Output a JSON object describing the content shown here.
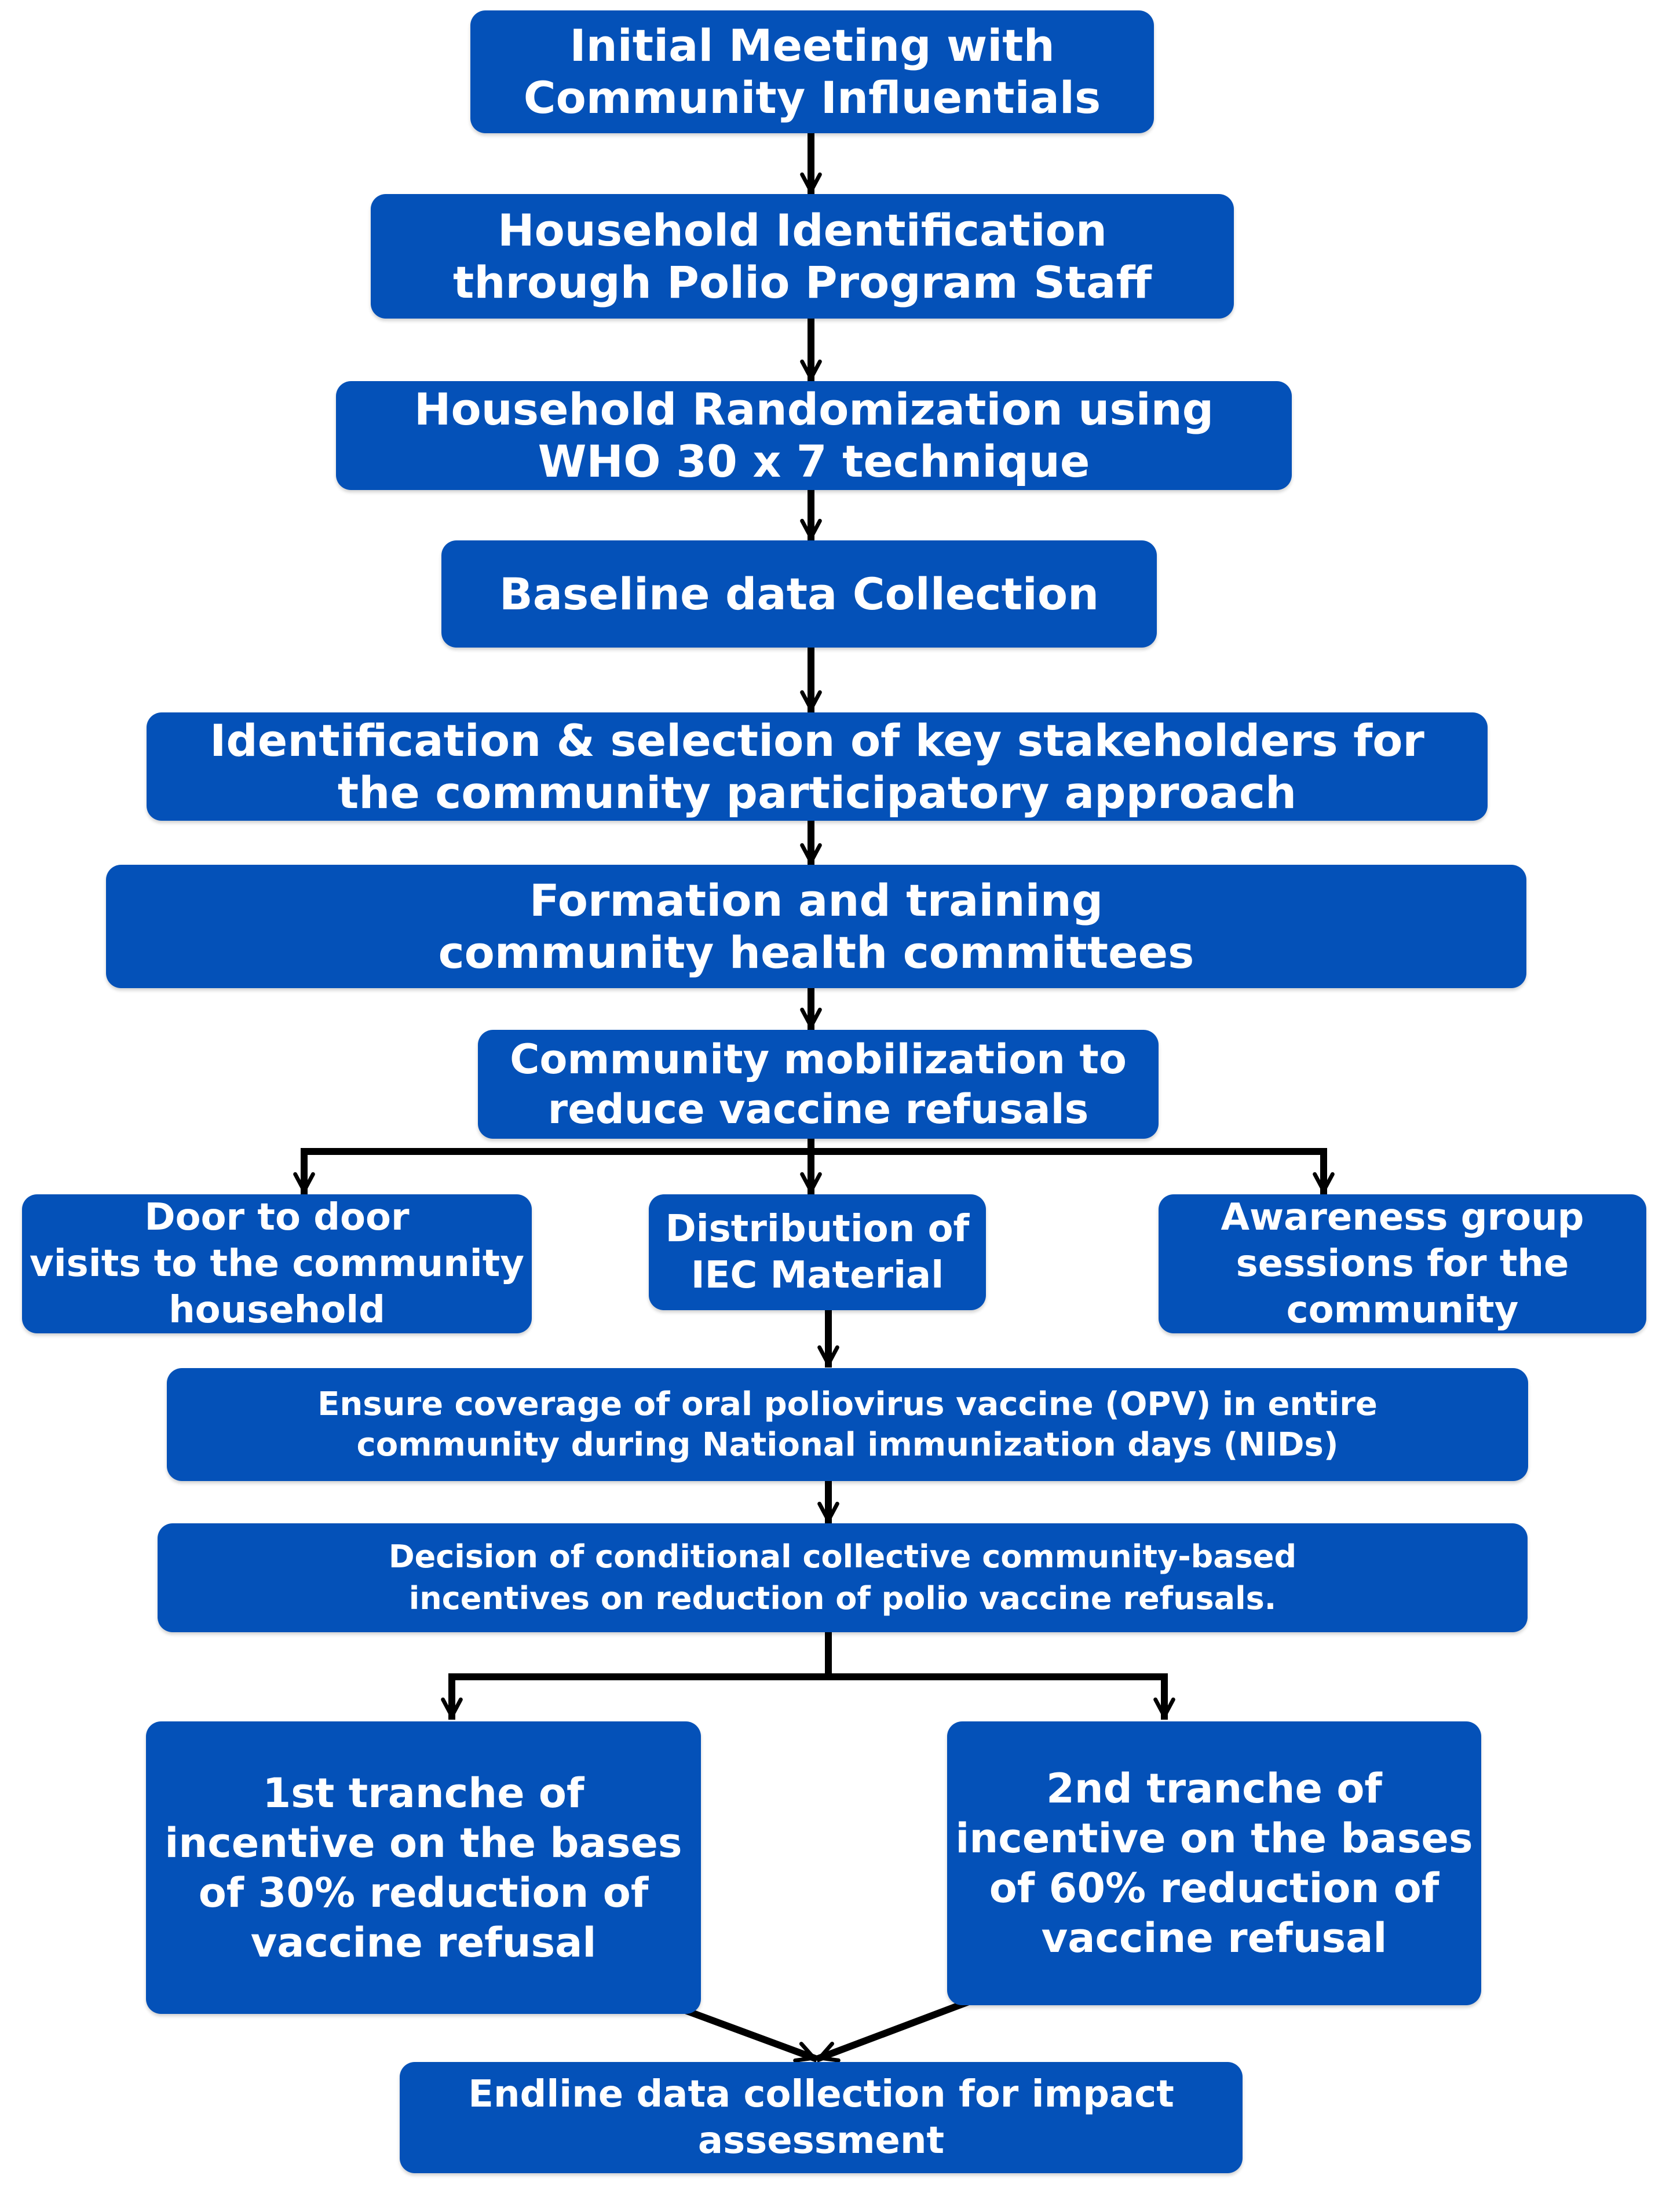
{
  "nodes": [
    {
      "id": "n1",
      "lines": [
        "Initial Meeting with",
        "Community Influentials"
      ]
    },
    {
      "id": "n2",
      "lines": [
        "Household Identification",
        "through Polio Program Staff"
      ]
    },
    {
      "id": "n3",
      "lines": [
        "Household Randomization using",
        "WHO 30 x 7 technique"
      ]
    },
    {
      "id": "n4",
      "lines": [
        "Baseline data Collection"
      ]
    },
    {
      "id": "n5",
      "lines": [
        "Identification & selection of key stakeholders for",
        "the community participatory  approach"
      ]
    },
    {
      "id": "n6",
      "lines": [
        "Formation and training",
        "community health committees"
      ]
    },
    {
      "id": "n7",
      "lines": [
        "Community mobilization to",
        "reduce vaccine refusals"
      ]
    },
    {
      "id": "n8a",
      "lines": [
        "Door to door",
        "visits to the community",
        "household"
      ]
    },
    {
      "id": "n8b",
      "lines": [
        "Distribution of",
        "IEC Material"
      ]
    },
    {
      "id": "n8c",
      "lines": [
        "Awareness group",
        "sessions for the",
        "community"
      ]
    },
    {
      "id": "n9",
      "lines": [
        "Ensure coverage of oral poliovirus vaccine (OPV)  in entire",
        "community during National immunization days (NIDs)"
      ]
    },
    {
      "id": "n10",
      "lines": [
        "Decision of conditional collective community-based",
        "incentives on reduction of polio vaccine refusals."
      ]
    },
    {
      "id": "n11a",
      "lines": [
        "1st tranche of",
        "incentive on the bases",
        "of 30% reduction of",
        "vaccine refusal"
      ]
    },
    {
      "id": "n11b",
      "lines": [
        "2nd tranche of",
        "incentive on the bases",
        "of 60% reduction of",
        "vaccine refusal"
      ]
    },
    {
      "id": "n12",
      "lines": [
        "Endline data collection for impact",
        "assessment"
      ]
    }
  ],
  "colors": {
    "box_fill": "#0451b8",
    "box_text": "#ffffff",
    "arrow": "#000000"
  }
}
